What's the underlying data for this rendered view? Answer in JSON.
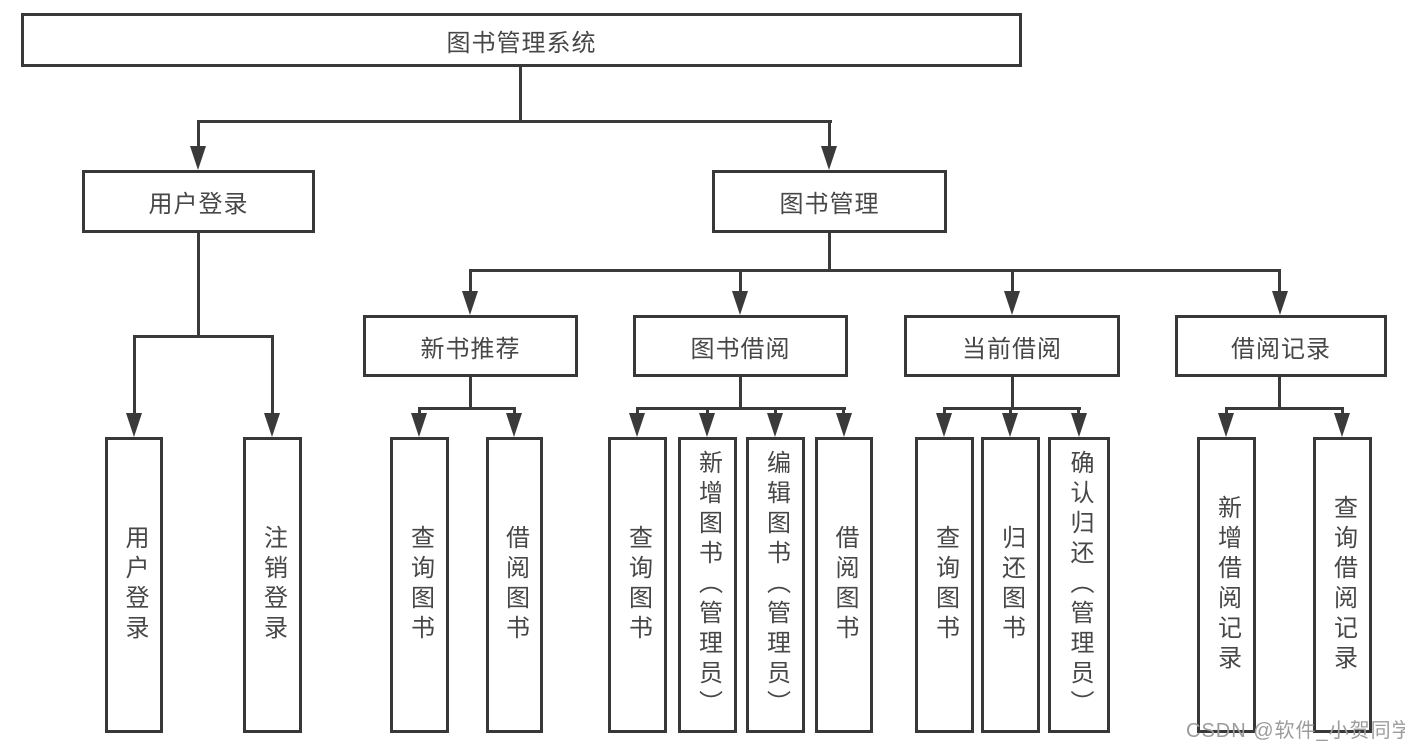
{
  "nodes": {
    "root": "图书管理系统",
    "user_login": "用户登录",
    "book_management": "图书管理",
    "leaf_user_login": "用户登录",
    "leaf_logout": "注销登录",
    "new_book_recommend": "新书推荐",
    "book_borrow": "图书借阅",
    "current_borrow": "当前借阅",
    "borrow_record": "借阅记录",
    "nb_query": "查询图书",
    "nb_borrow": "借阅图书",
    "bb_query": "查询图书",
    "bb_add": "新增图书（管理员）",
    "bb_edit": "编辑图书（管理员）",
    "bb_borrow": "借阅图书",
    "cb_query": "查询图书",
    "cb_return": "归还图书",
    "cb_confirm": "确认归还（管理员）",
    "br_add": "新增借阅记录",
    "br_query": "查询借阅记录"
  },
  "hierarchy": {
    "图书管理系统": {
      "用户登录": [
        "用户登录",
        "注销登录"
      ],
      "图书管理": {
        "新书推荐": [
          "查询图书",
          "借阅图书"
        ],
        "图书借阅": [
          "查询图书",
          "新增图书（管理员）",
          "编辑图书（管理员）",
          "借阅图书"
        ],
        "当前借阅": [
          "查询图书",
          "归还图书",
          "确认归还（管理员）"
        ],
        "借阅记录": [
          "新增借阅记录",
          "查询借阅记录"
        ]
      }
    }
  },
  "watermark": "CSDN @软件_小贺同学",
  "colors": {
    "line": "#3a3a3a",
    "border": "#383838",
    "text": "#474747",
    "watermark": "#9c9c9c",
    "background": "#ffffff"
  }
}
